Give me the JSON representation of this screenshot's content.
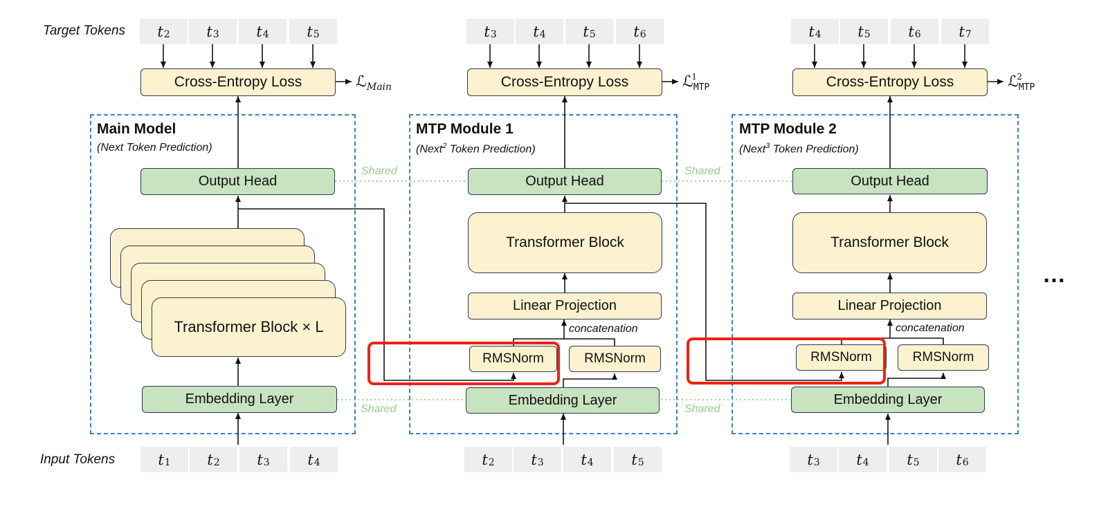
{
  "labels": {
    "target_tokens": "Target Tokens",
    "input_tokens": "Input Tokens",
    "ellipsis": "…"
  },
  "modules": [
    {
      "title": "Main Model",
      "subtitle": "(Next Token Prediction)",
      "loss_box": "Cross-Entropy Loss",
      "loss_symbol": "ℒ",
      "loss_sub": "Main",
      "loss_sup": "",
      "output_head": "Output Head",
      "transformer": "Transformer Block × L",
      "embedding": "Embedding Layer",
      "target_tokens": [
        {
          "t": "t",
          "i": "2"
        },
        {
          "t": "t",
          "i": "3"
        },
        {
          "t": "t",
          "i": "4"
        },
        {
          "t": "t",
          "i": "5"
        }
      ],
      "input_tokens": [
        {
          "t": "t",
          "i": "1"
        },
        {
          "t": "t",
          "i": "2"
        },
        {
          "t": "t",
          "i": "3"
        },
        {
          "t": "t",
          "i": "4"
        }
      ]
    },
    {
      "title": "MTP Module 1",
      "subtitle_pre": "(Next",
      "subtitle_sup": "2",
      "subtitle_post": " Token Prediction)",
      "loss_box": "Cross-Entropy Loss",
      "loss_symbol": "ℒ",
      "loss_sub": "MTP",
      "loss_sup": "1",
      "output_head": "Output Head",
      "transformer": "Transformer Block",
      "linear": "Linear Projection",
      "concat": "concatenation",
      "rmsnorm_left": "RMSNorm",
      "rmsnorm_right": "RMSNorm",
      "embedding": "Embedding Layer",
      "target_tokens": [
        {
          "t": "t",
          "i": "3"
        },
        {
          "t": "t",
          "i": "4"
        },
        {
          "t": "t",
          "i": "5"
        },
        {
          "t": "t",
          "i": "6"
        }
      ],
      "input_tokens": [
        {
          "t": "t",
          "i": "2"
        },
        {
          "t": "t",
          "i": "3"
        },
        {
          "t": "t",
          "i": "4"
        },
        {
          "t": "t",
          "i": "5"
        }
      ]
    },
    {
      "title": "MTP Module 2",
      "subtitle_pre": "(Next",
      "subtitle_sup": "3",
      "subtitle_post": " Token Prediction)",
      "loss_box": "Cross-Entropy Loss",
      "loss_symbol": "ℒ",
      "loss_sub": "MTP",
      "loss_sup": "2",
      "output_head": "Output Head",
      "transformer": "Transformer Block",
      "linear": "Linear Projection",
      "concat": "concatenation",
      "rmsnorm_left": "RMSNorm",
      "rmsnorm_right": "RMSNorm",
      "embedding": "Embedding Layer",
      "target_tokens": [
        {
          "t": "t",
          "i": "4"
        },
        {
          "t": "t",
          "i": "5"
        },
        {
          "t": "t",
          "i": "6"
        },
        {
          "t": "t",
          "i": "7"
        }
      ],
      "input_tokens": [
        {
          "t": "t",
          "i": "3"
        },
        {
          "t": "t",
          "i": "4"
        },
        {
          "t": "t",
          "i": "5"
        },
        {
          "t": "t",
          "i": "6"
        }
      ]
    }
  ],
  "shared_labels": [
    "Shared",
    "Shared",
    "Shared",
    "Shared"
  ],
  "colors": {
    "yellow_fill": "#fdf2cf",
    "green_fill": "#c7e3bf",
    "dashed_border": "#3d7fbf",
    "highlight": "#ee2211",
    "shared_line": "#9bc98c"
  }
}
